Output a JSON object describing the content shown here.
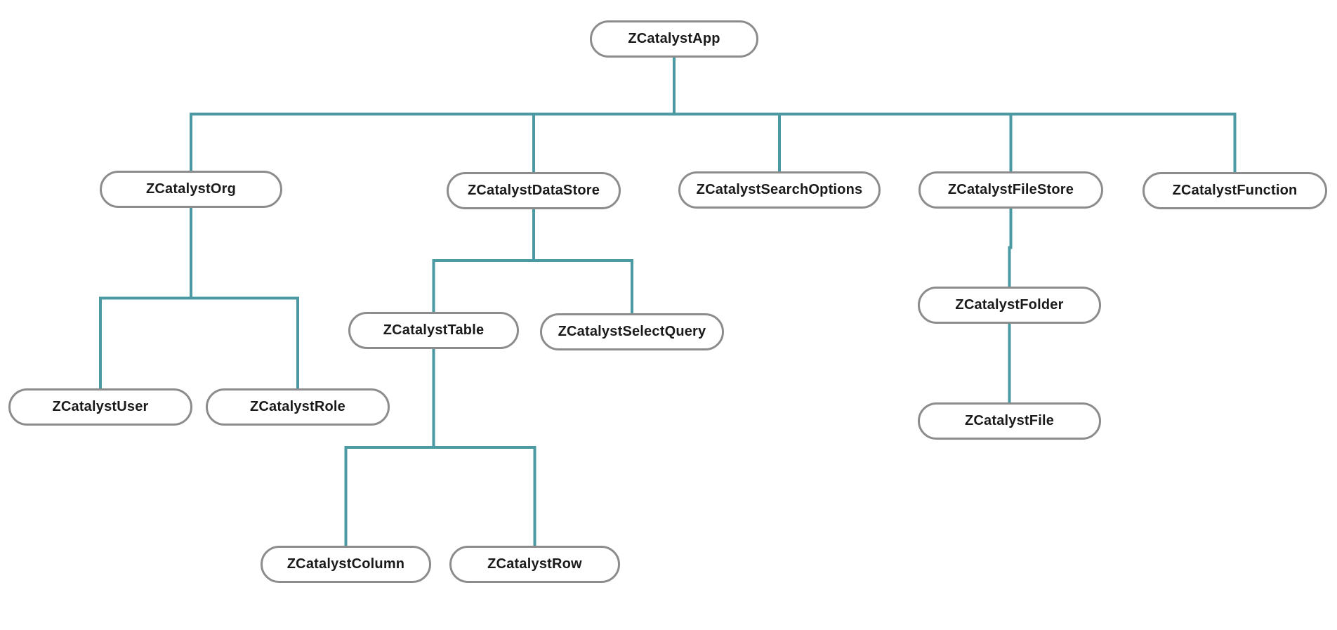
{
  "diagram": {
    "colors": {
      "connector": "#4b9aa3",
      "node_border": "#8c8c8c",
      "node_fill": "#ffffff",
      "node_text": "#1a1a1a",
      "background": "#ffffff"
    },
    "connector_width": 4,
    "nodes": [
      {
        "id": "app",
        "label": "ZCatalystApp"
      },
      {
        "id": "org",
        "label": "ZCatalystOrg"
      },
      {
        "id": "datastore",
        "label": "ZCatalystDataStore"
      },
      {
        "id": "searchoptions",
        "label": "ZCatalystSearchOptions"
      },
      {
        "id": "filestore",
        "label": "ZCatalystFileStore"
      },
      {
        "id": "function",
        "label": "ZCatalystFunction"
      },
      {
        "id": "table",
        "label": "ZCatalystTable"
      },
      {
        "id": "selectquery",
        "label": "ZCatalystSelectQuery"
      },
      {
        "id": "user",
        "label": "ZCatalystUser"
      },
      {
        "id": "role",
        "label": "ZCatalystRole"
      },
      {
        "id": "column",
        "label": "ZCatalystColumn"
      },
      {
        "id": "row",
        "label": "ZCatalystRow"
      },
      {
        "id": "folder",
        "label": "ZCatalystFolder"
      },
      {
        "id": "file",
        "label": "ZCatalystFile"
      }
    ],
    "edges": [
      [
        "app",
        "org"
      ],
      [
        "app",
        "datastore"
      ],
      [
        "app",
        "searchoptions"
      ],
      [
        "app",
        "filestore"
      ],
      [
        "app",
        "function"
      ],
      [
        "org",
        "user"
      ],
      [
        "org",
        "role"
      ],
      [
        "datastore",
        "table"
      ],
      [
        "datastore",
        "selectquery"
      ],
      [
        "table",
        "column"
      ],
      [
        "table",
        "row"
      ],
      [
        "filestore",
        "folder"
      ],
      [
        "folder",
        "file"
      ]
    ]
  }
}
